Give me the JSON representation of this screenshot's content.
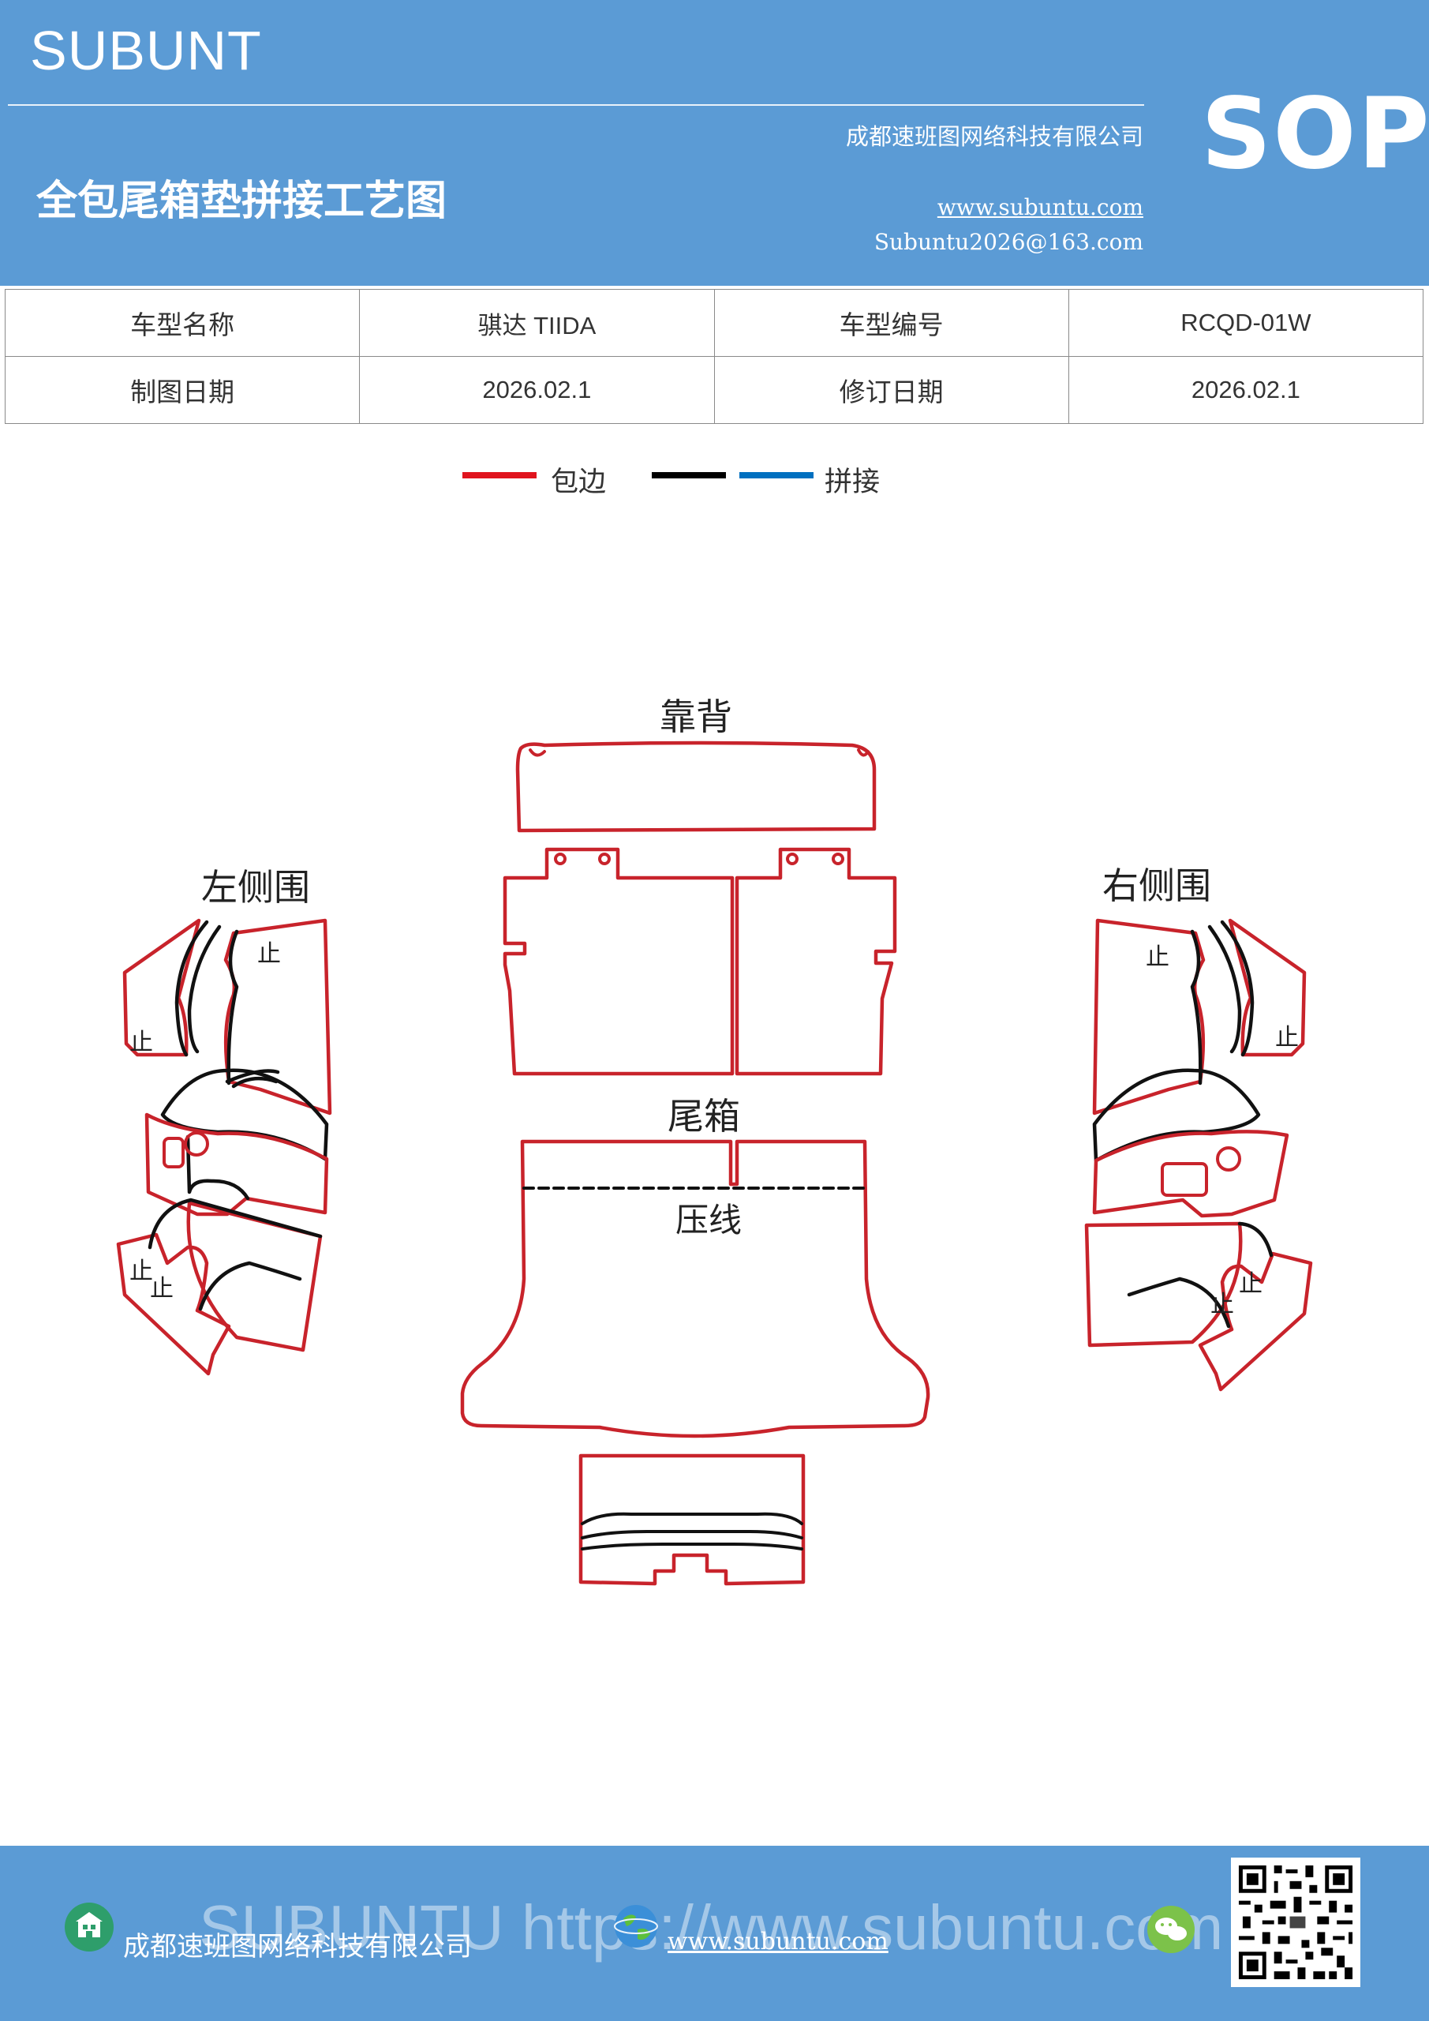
{
  "header": {
    "brand": "SUBUNT",
    "title": "全包尾箱垫拼接工艺图",
    "company": "成都速班图网络科技有限公司",
    "website": "www.subuntu.com",
    "email": "Subuntu2026@163.com",
    "sop": "SOP"
  },
  "info_table": {
    "rows": [
      [
        "车型名称",
        "骐达 TIIDA",
        "车型编号",
        "RCQD-01W"
      ],
      [
        "制图日期",
        "2026.02.1",
        "修订日期",
        "2026.02.1"
      ]
    ]
  },
  "legend": {
    "items": [
      {
        "label": "包边",
        "colors": [
          "#e0141e"
        ]
      },
      {
        "label": "拼接",
        "colors": [
          "#000000",
          "#0070c0"
        ]
      }
    ]
  },
  "diagram": {
    "labels": {
      "backrest": "靠背",
      "left_side": "左侧围",
      "right_side": "右侧围",
      "trunk": "尾箱",
      "crease": "压线",
      "stop": "止"
    },
    "colors": {
      "edge": "#c8232b",
      "seam": "#111111"
    }
  },
  "footer": {
    "watermark": "SUBUNTU https://www.subuntu.com",
    "company": "成都速班图网络科技有限公司",
    "website": "www.subuntu.com"
  }
}
